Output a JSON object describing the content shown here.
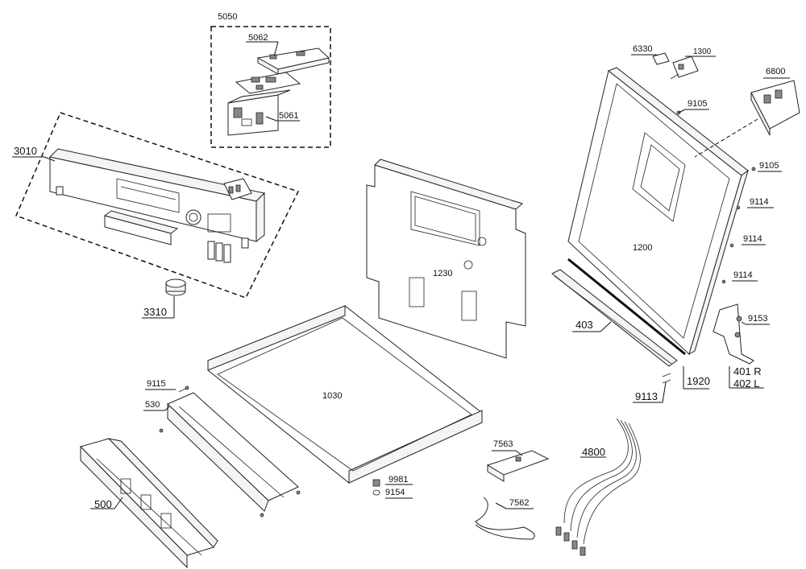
{
  "callouts": {
    "c5050": "5050",
    "c5062": "5062",
    "c5061": "5061",
    "c3010": "3010",
    "c3310": "3310",
    "c6330": "6330",
    "c1300": "1300",
    "c6800": "6800",
    "c9105a": "9105",
    "c9105b": "9105",
    "c9114a": "9114",
    "c9114b": "9114",
    "c9114c": "9114",
    "c1200": "1200",
    "c1230": "1230",
    "c403": "403",
    "c9153": "9153",
    "c401r": "401 R",
    "c402l": "402 L",
    "c1920": "1920",
    "c9113": "9113",
    "c9115": "9115",
    "c530": "530",
    "c1030": "1030",
    "c500": "500",
    "c9981": "9981",
    "c9154": "9154",
    "c7563": "7563",
    "c7562": "7562",
    "c4800": "4800"
  }
}
